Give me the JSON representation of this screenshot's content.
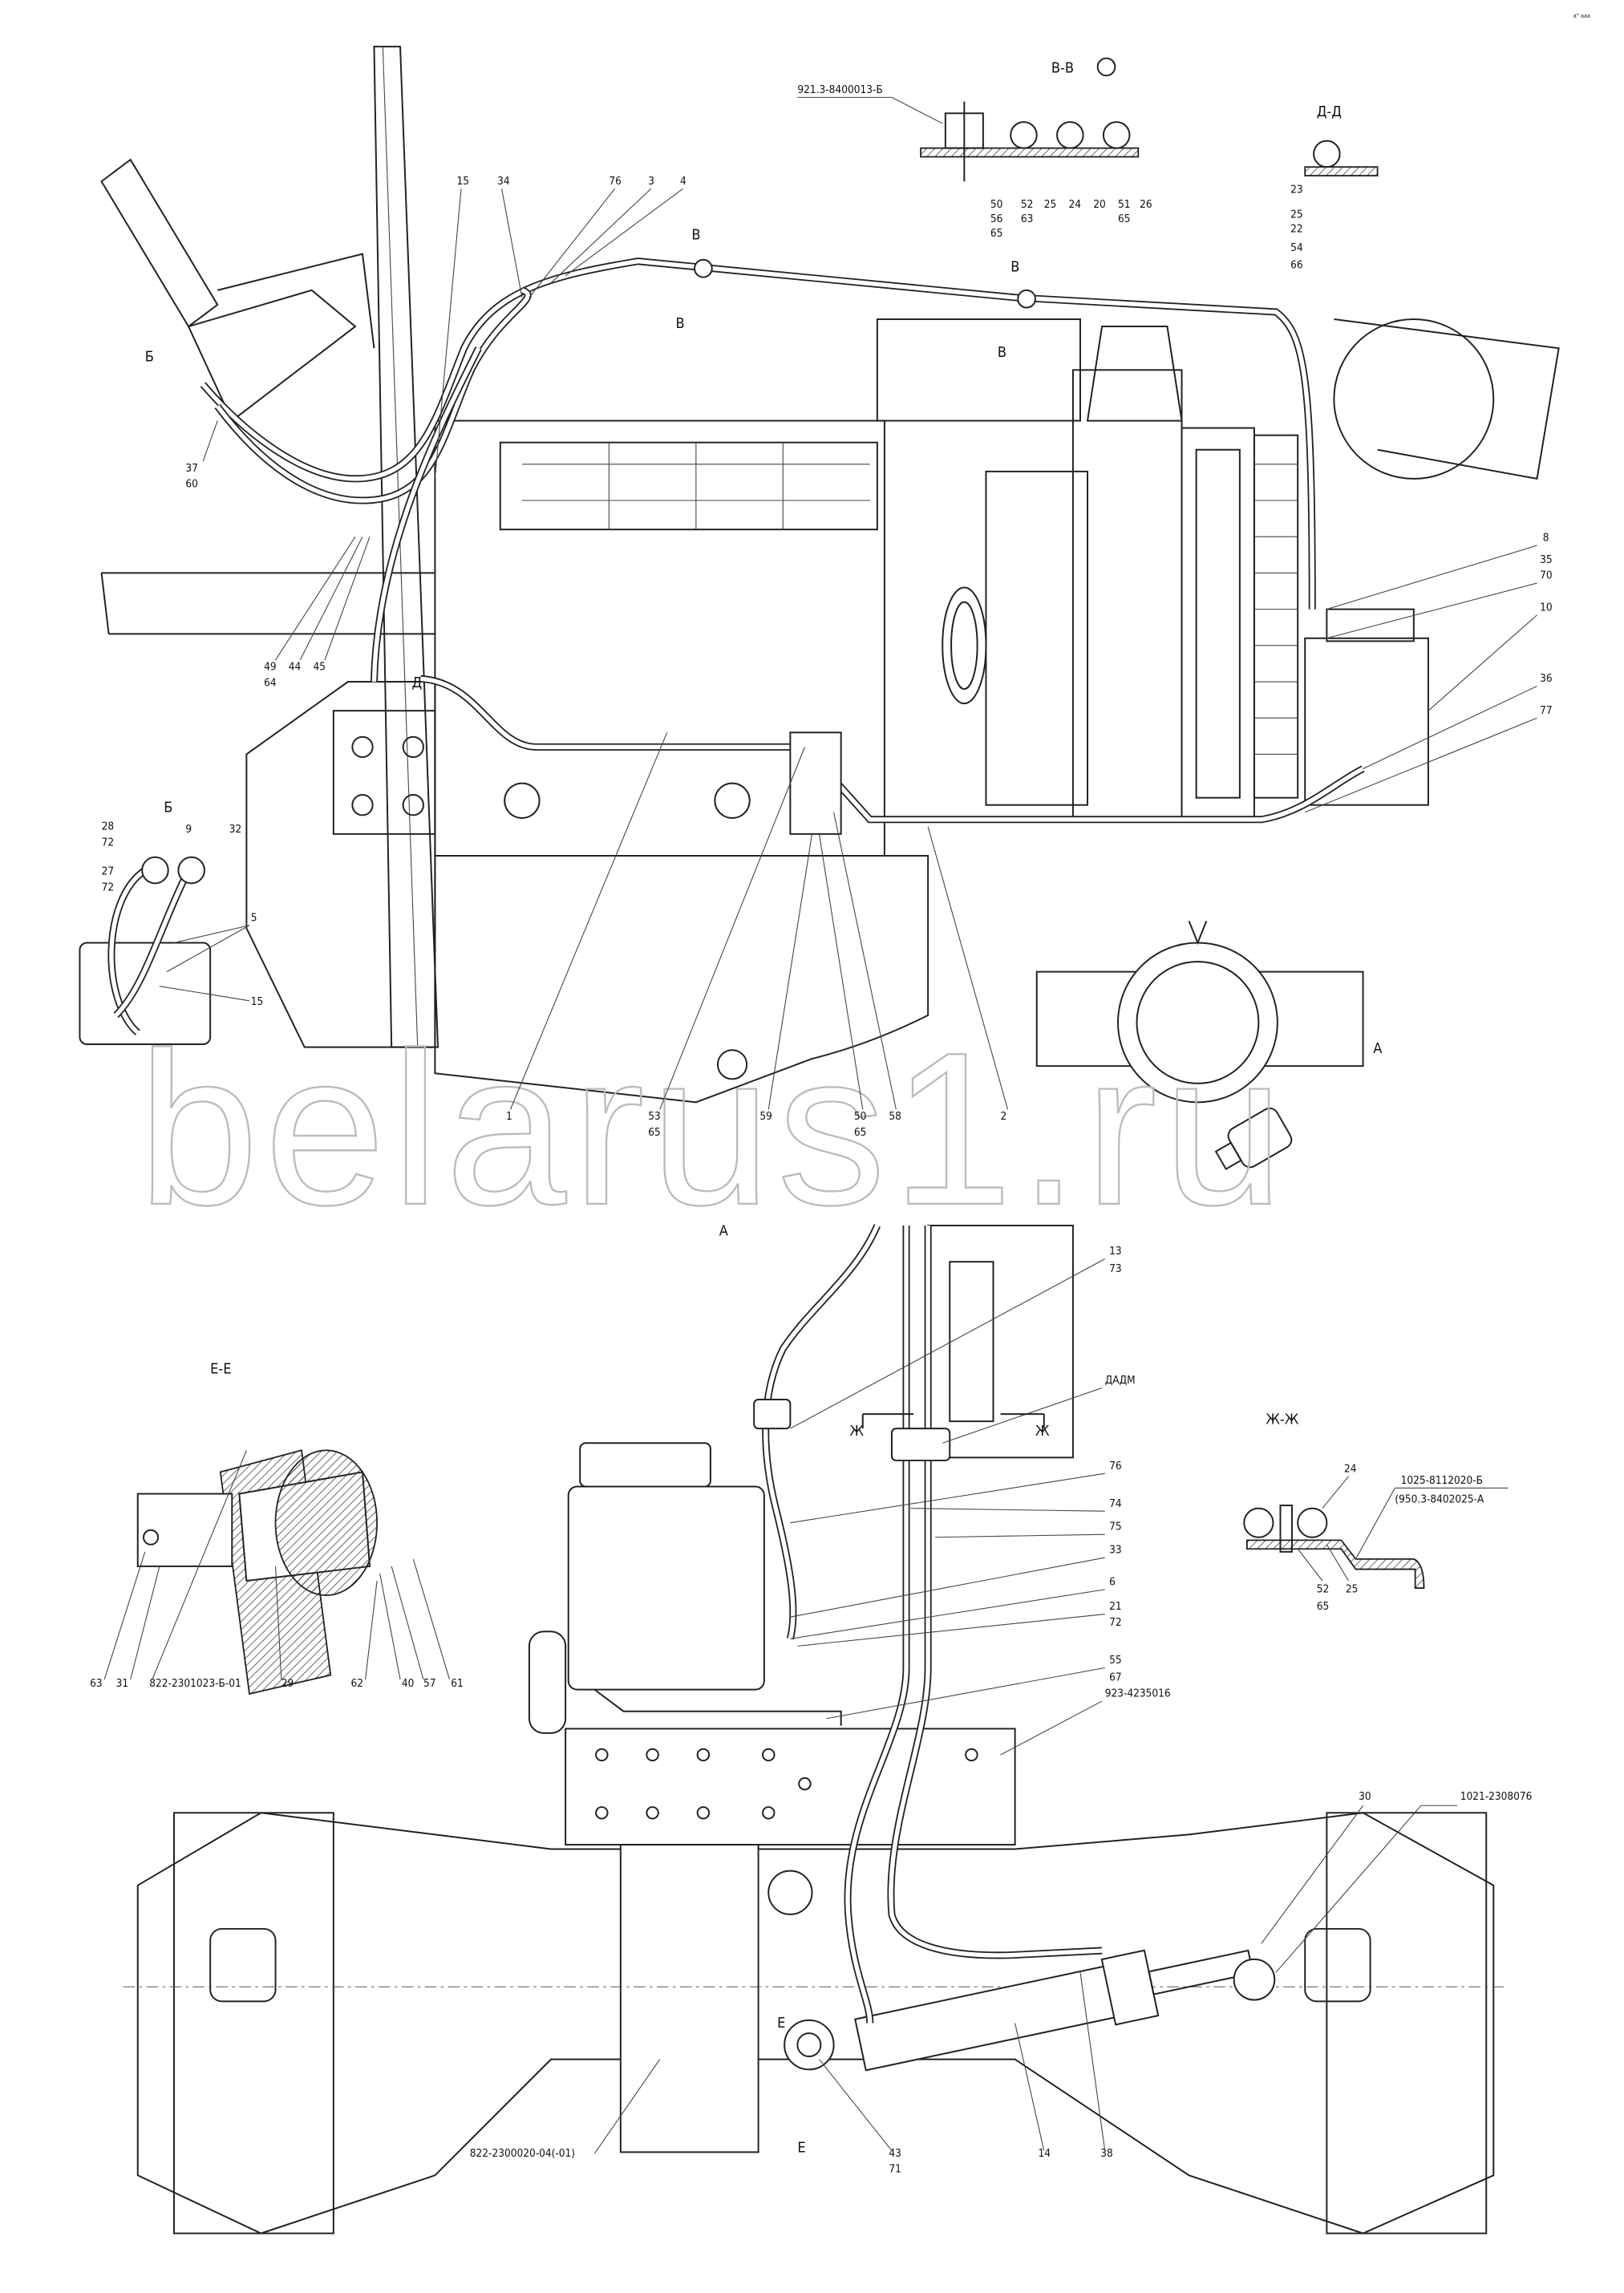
{
  "watermark": "belarus1.ru",
  "corner_mark": "а° ааа",
  "top_view": {
    "section_vv": {
      "title": "В-В",
      "part": "921.3-8400013-Б",
      "labels": [
        "50",
        "56",
        "65",
        "52",
        "63",
        "25",
        "24",
        "20",
        "51",
        "65",
        "26"
      ]
    },
    "section_dd": {
      "title": "Д-Д",
      "labels": [
        "23",
        "25",
        "22",
        "54",
        "66"
      ]
    },
    "labels_top": [
      "15",
      "34",
      "76",
      "3",
      "4"
    ],
    "cut_marks": [
      "В",
      "В",
      "В",
      "В",
      "Б",
      "Д",
      "А"
    ],
    "labels_left": [
      "37",
      "60",
      "49",
      "64",
      "44",
      "45"
    ],
    "labels_right": [
      "8",
      "35",
      "70",
      "10",
      "36",
      "77"
    ],
    "view_b": {
      "title": "Б",
      "labels": [
        "28",
        "72",
        "9",
        "32",
        "27",
        "72",
        "5",
        "15"
      ]
    },
    "labels_bottom": [
      "1",
      "53",
      "65",
      "59",
      "50",
      "65",
      "58",
      "2"
    ]
  },
  "view_a": {
    "title": "А",
    "labels_right": [
      "13",
      "73",
      "ДАДМ",
      "76",
      "74",
      "75",
      "33",
      "6",
      "21",
      "72",
      "55",
      "67",
      "923-4235016"
    ],
    "cut_marks": [
      "Ж",
      "Ж",
      "Е",
      "Е"
    ],
    "labels_axle": [
      "30",
      "1021-2308076",
      "822-2300020-04(-01)",
      "43",
      "71",
      "14",
      "38"
    ]
  },
  "section_ee": {
    "title": "Е-Е",
    "labels": [
      "63",
      "31",
      "822-2301023-Б-01",
      "29",
      "62",
      "40",
      "57",
      "61"
    ]
  },
  "section_zhzh": {
    "title": "Ж-Ж",
    "labels": [
      "24",
      "1025-8112020-Б",
      "(950.3-8402025-А",
      "52",
      "65",
      "25"
    ]
  }
}
